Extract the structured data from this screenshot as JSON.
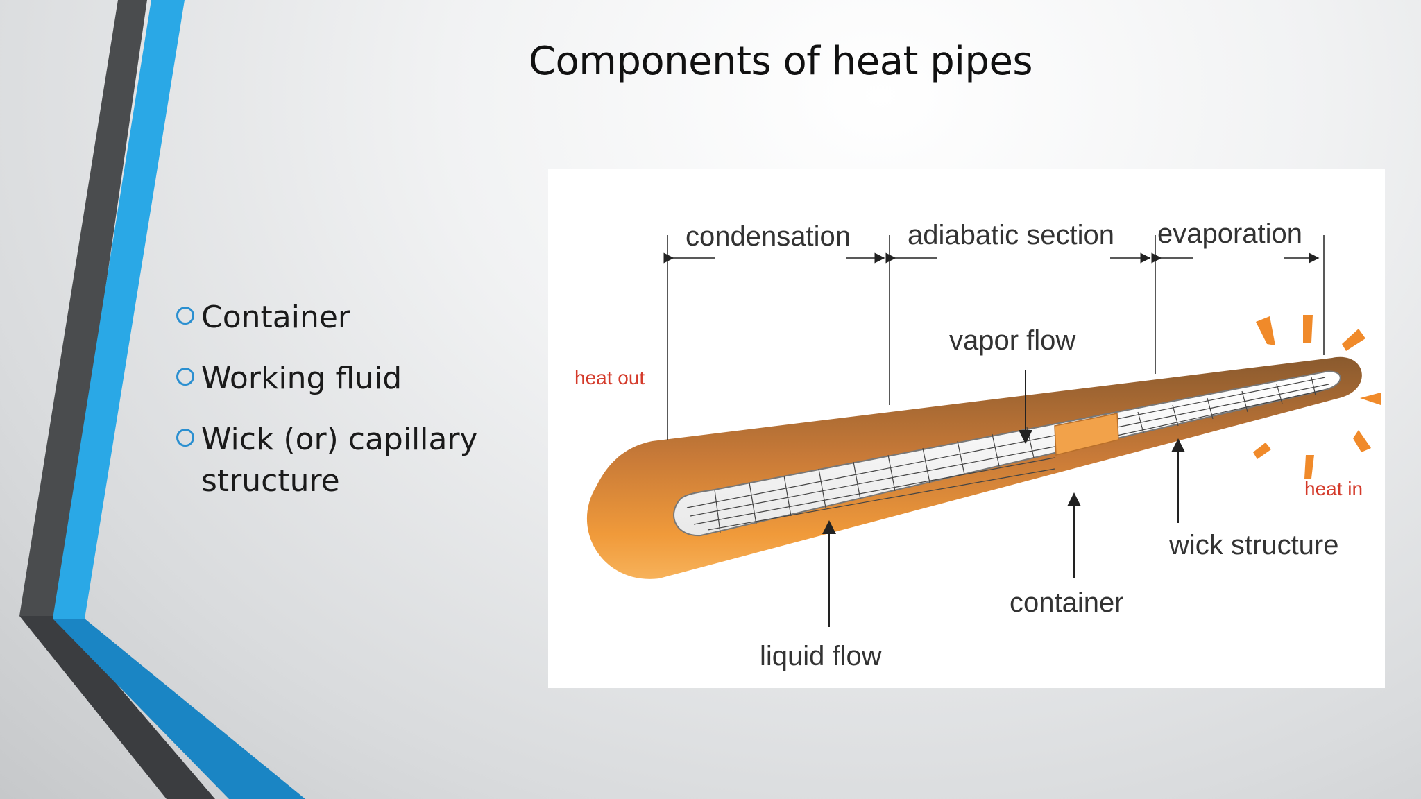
{
  "slide": {
    "title": "Components of heat pipes",
    "bullets": [
      {
        "text": "Container"
      },
      {
        "text": "Working fluid"
      },
      {
        "text": "Wick (or) capillary structure"
      }
    ]
  },
  "diagram": {
    "labels": {
      "condensation": "condensation",
      "adiabatic": "adiabatic section",
      "evaporation": "evaporation",
      "vapor_flow": "vapor flow",
      "heat_out": "heat out",
      "heat_in": "heat in",
      "wick_structure": "wick structure",
      "container": "container",
      "liquid_flow": "liquid flow"
    }
  },
  "colors": {
    "accent_blue": "#2aa8e6",
    "dark_gray": "#4a4c4e",
    "pipe_orange": "#e8882a",
    "label_red": "#d43a2a"
  }
}
